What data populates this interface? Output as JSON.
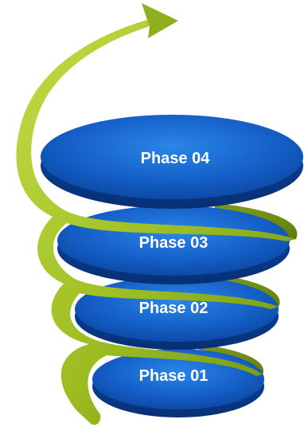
{
  "diagram": {
    "phases": [
      {
        "label": "Phase 04"
      },
      {
        "label": "Phase 03"
      },
      {
        "label": "Phase 02"
      },
      {
        "label": "Phase 01"
      }
    ],
    "colors": {
      "disc_top_light": "#1f73d8",
      "disc_top_dark": "#0b49a8",
      "disc_side": "#0a3c8c",
      "ribbon_light": "#b4d23a",
      "ribbon_dark": "#6f8f12",
      "label_text": "#ffffff"
    },
    "icons": {
      "arrow": "arrow-head-icon"
    }
  }
}
